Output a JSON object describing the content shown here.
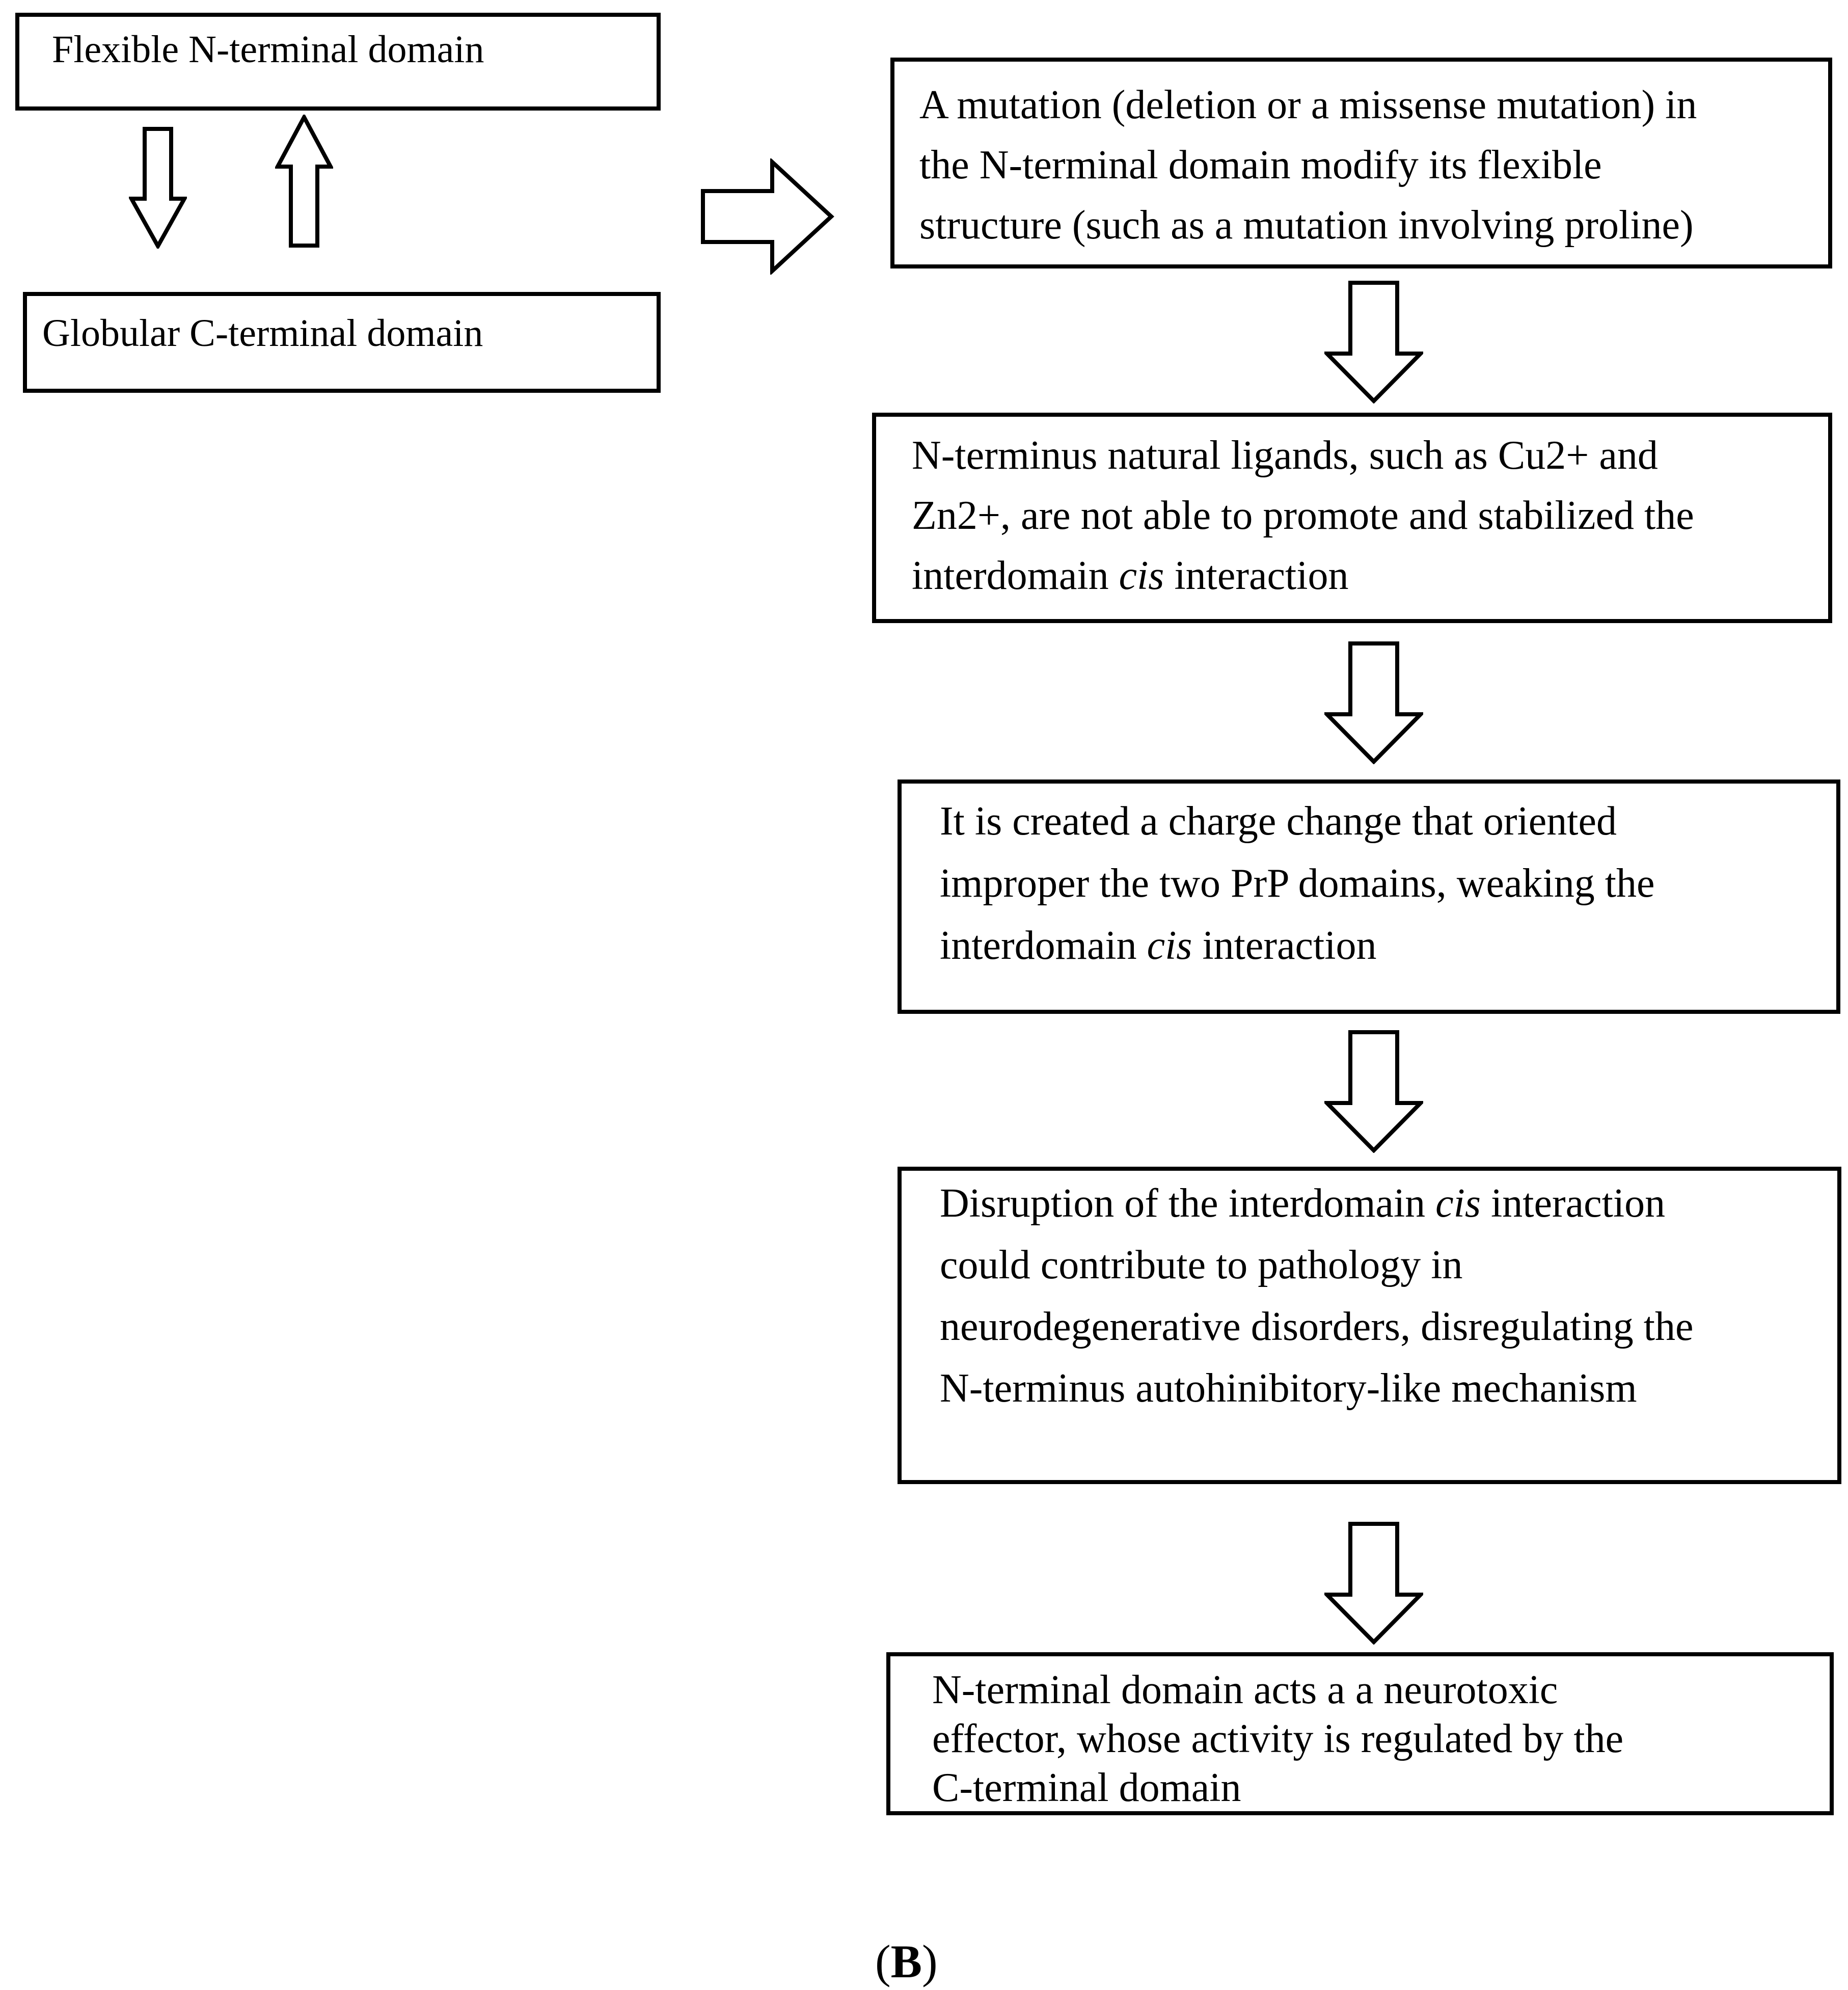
{
  "panel_label": {
    "open": "(",
    "letter": "B",
    "close": ")"
  },
  "left_column": {
    "flexible_n_terminal": {
      "text": "Flexible N-terminal domain"
    },
    "globular_c_terminal": {
      "text": "Globular C-terminal domain"
    }
  },
  "right_column": {
    "boxes": [
      {
        "id": "mutation",
        "lines": [
          [
            {
              "t": "A mutation (deletion or a missense mutation) in"
            }
          ],
          [
            {
              "t": "the N-terminal domain modify its flexible"
            }
          ],
          [
            {
              "t": "structure (such as a mutation involving proline)"
            }
          ]
        ]
      },
      {
        "id": "ligands",
        "lines": [
          [
            {
              "t": "N-terminus natural ligands, such as Cu2+ and"
            }
          ],
          [
            {
              "t": "Zn2+, are not able to promote and stabilized the"
            }
          ],
          [
            {
              "t": "interdomain "
            },
            {
              "t": "cis",
              "i": true
            },
            {
              "t": " interaction"
            }
          ]
        ]
      },
      {
        "id": "charge",
        "lines": [
          [
            {
              "t": "It is created a charge change that oriented"
            }
          ],
          [
            {
              "t": "improper the two PrP domains, weaking the"
            }
          ],
          [
            {
              "t": "interdomain "
            },
            {
              "t": "cis",
              "i": true
            },
            {
              "t": " interaction"
            }
          ]
        ]
      },
      {
        "id": "disruption",
        "lines": [
          [
            {
              "t": "Disruption of the interdomain "
            },
            {
              "t": "cis",
              "i": true
            },
            {
              "t": " interaction"
            }
          ],
          [
            {
              "t": "could contribute to pathology in"
            }
          ],
          [
            {
              "t": "neurodegenerative disorders, disregulating the"
            }
          ],
          [
            {
              "t": "N-terminus autohinibitory-like mechanism"
            }
          ]
        ]
      },
      {
        "id": "neurotoxic",
        "lines": [
          [
            {
              "t": "N-terminal domain acts a a neurotoxic"
            }
          ],
          [
            {
              "t": "effector, whose activity is regulated by the"
            }
          ],
          [
            {
              "t": "C-terminal domain"
            }
          ]
        ]
      }
    ]
  },
  "colors": {
    "stroke": "#000000",
    "fill": "#ffffff",
    "text": "#000000"
  }
}
